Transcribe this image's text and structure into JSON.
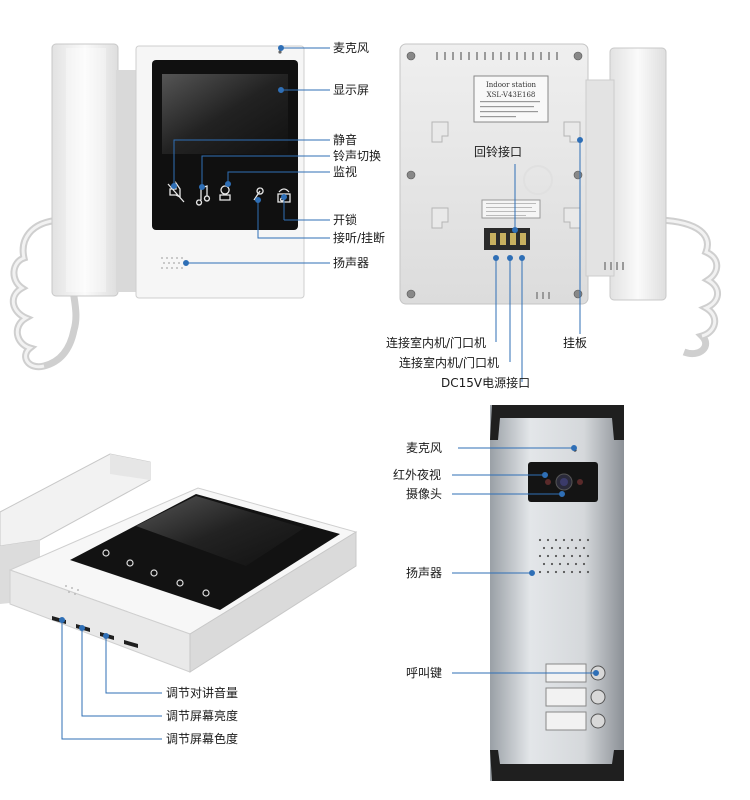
{
  "monitor_front": {
    "callouts": {
      "mic": "麦克风",
      "screen": "显示屏",
      "mute": "静音",
      "ring_switch": "铃声切换",
      "monitor": "监视",
      "unlock": "开锁",
      "answer": "接听/挂断",
      "speaker": "扬声器"
    }
  },
  "monitor_back": {
    "label_line1": "Indoor station",
    "label_line2": "XSL-V43E168",
    "callouts": {
      "chime_port": "回铃接口",
      "conn_a": "连接室内机/门口机",
      "conn_b": "连接室内机/门口机",
      "dc_port": "DC15V电源接口",
      "mount_plate": "挂板"
    }
  },
  "monitor_side": {
    "callouts": {
      "volume": "调节对讲音量",
      "brightness": "调节屏幕亮度",
      "color": "调节屏幕色度"
    }
  },
  "door_station": {
    "callouts": {
      "mic": "麦克风",
      "ir_night": "红外夜视",
      "camera": "摄像头",
      "speaker": "扬声器",
      "call_key": "呼叫键"
    }
  },
  "colors": {
    "accent": "#2f6fb6",
    "screen": "#111111",
    "body": "#f4f4f4"
  }
}
